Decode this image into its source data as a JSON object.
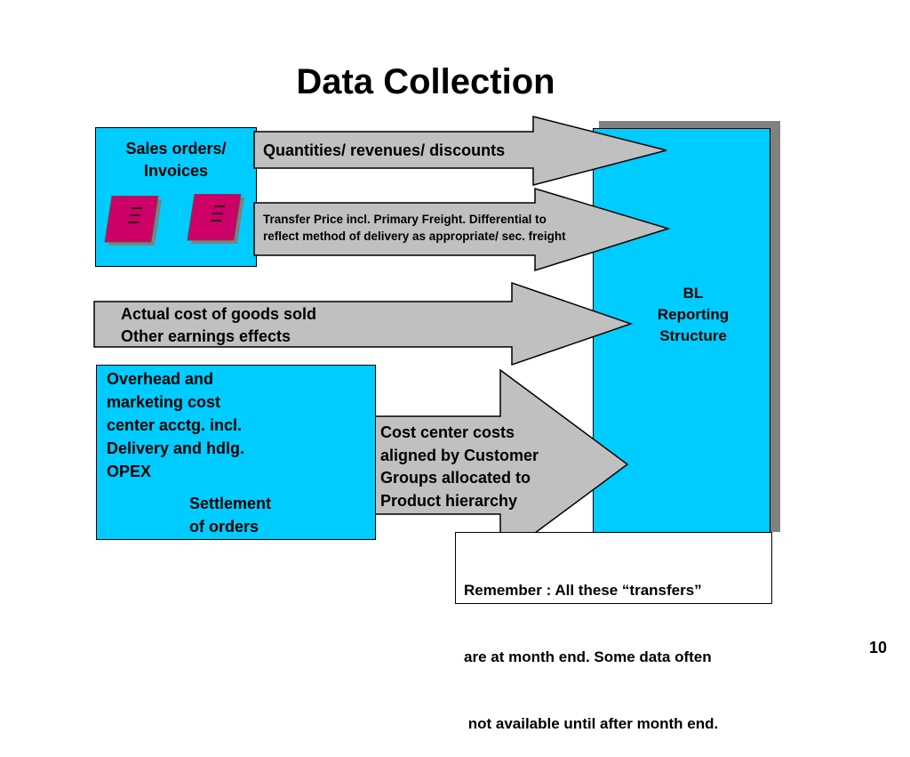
{
  "slide": {
    "title": "Data Collection",
    "page_number": "10"
  },
  "sales_box": {
    "line1": "Sales orders/",
    "line2": "Invoices"
  },
  "arrows": {
    "quantities": "Quantities/ revenues/ discounts",
    "transfer_line1": "Transfer Price incl. Primary Freight.  Differential to",
    "transfer_line2": "reflect method of delivery as appropriate/ sec. freight",
    "actual_line1": "Actual cost of goods sold",
    "actual_line2": "Other earnings effects",
    "cost_center_line1": "Cost center costs",
    "cost_center_line2": "aligned by Customer",
    "cost_center_line3": "Groups allocated to",
    "cost_center_line4": "Product hierarchy"
  },
  "reporting_box": {
    "line1": "BL",
    "line2": "Reporting",
    "line3": "Structure"
  },
  "overhead_box": {
    "line1": "Overhead and",
    "line2": "marketing cost",
    "line3": "center acctg. incl.",
    "line4": "Delivery and hdlg.",
    "line5": "OPEX",
    "settlement1": "Settlement",
    "settlement2": "of orders"
  },
  "note": {
    "line1": "Remember : All these “transfers”",
    "line2": "are at month end. Some data often",
    "line3": " not available until after month end."
  },
  "colors": {
    "box_fill": "#00ccff",
    "arrow_fill": "#c0c0c0",
    "shadow": "#808080",
    "document_fill": "#cc0066"
  }
}
